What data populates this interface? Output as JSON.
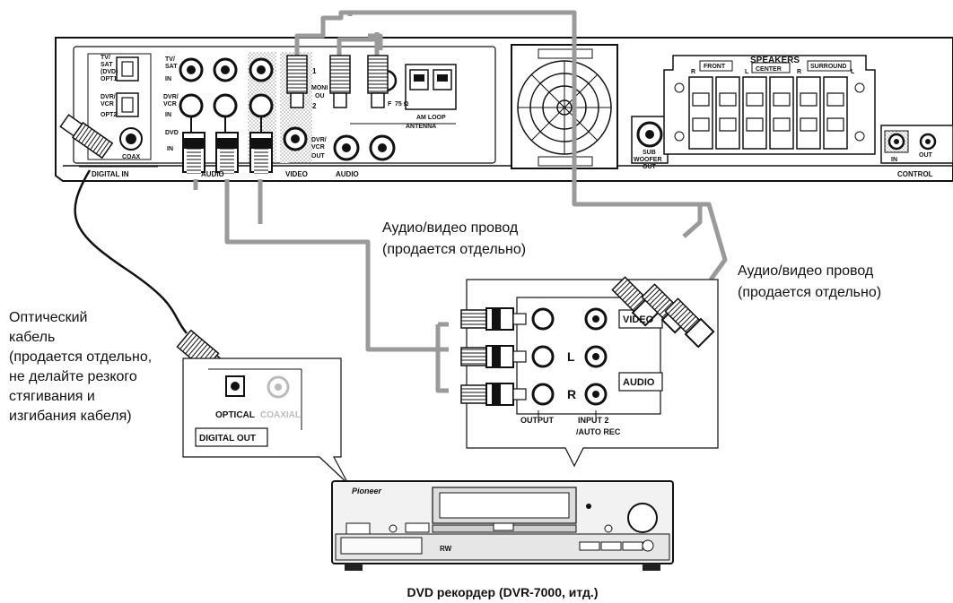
{
  "callouts": {
    "av_cable_1": [
      "Аудио/видео провод",
      "(продается отдельно)"
    ],
    "av_cable_2": [
      "Аудио/видео провод",
      "(продается отдельно)"
    ],
    "optical_cable": [
      "Оптический",
      "кабель",
      "(продается отдельно,",
      "не делайте резкого",
      "стягивания и",
      "изгибания кабеля)"
    ]
  },
  "caption": "DVD рекордер (DVR-7000, итд.)",
  "receiver_panel": {
    "digital_in": "DIGITAL IN",
    "tv_sat_opt": [
      "TV/",
      "SAT",
      "(DVD)",
      "OPT1"
    ],
    "dvr_vcr_opt": [
      "DVR/",
      "VCR",
      "OPT2"
    ],
    "coax": "COAX",
    "tv_sat_in": [
      "TV/",
      "SAT",
      "IN"
    ],
    "dvr_vcr_in": [
      "DVR/",
      "VCR",
      "IN"
    ],
    "dvd_in": [
      "DVD",
      "IN"
    ],
    "audio_group_left": "AUDIO",
    "video_group": "VIDEO",
    "audio_group_right": "AUDIO",
    "monitor_out": [
      "MONI",
      "OU"
    ],
    "dvr_vcr_out": [
      "DVR/",
      "VCR",
      "OUT"
    ],
    "jack_nums": [
      "1",
      "2"
    ],
    "am_loop": "AM LOOP",
    "f_label": "F",
    "ohm": "75 Ω",
    "antenna": "ANTENNA",
    "sub_woofer": [
      "SUB",
      "WOOFER",
      "OUT"
    ],
    "speakers": "SPEAKERS",
    "front": "FRONT",
    "center": "CENTER",
    "surround": "SURROUND",
    "r": "R",
    "l": "L",
    "control": "CONTROL",
    "control_in": "IN",
    "control_out": "OUT"
  },
  "recorder_panel": {
    "output": "OUTPUT",
    "input2": [
      "INPUT 2",
      "/AUTO REC"
    ],
    "video": "VIDEO",
    "audio": "AUDIO",
    "l": "L",
    "r": "R"
  },
  "digital_out_panel": {
    "optical": "OPTICAL",
    "coaxial": "COAXIAL",
    "digital_out": "DIGITAL OUT"
  },
  "device": {
    "brand": "Pioneer",
    "rw": "RW"
  },
  "colors": {
    "gray_cable": "#9a9a9a",
    "line": "#111111",
    "stipple": "#c8c8c8"
  }
}
